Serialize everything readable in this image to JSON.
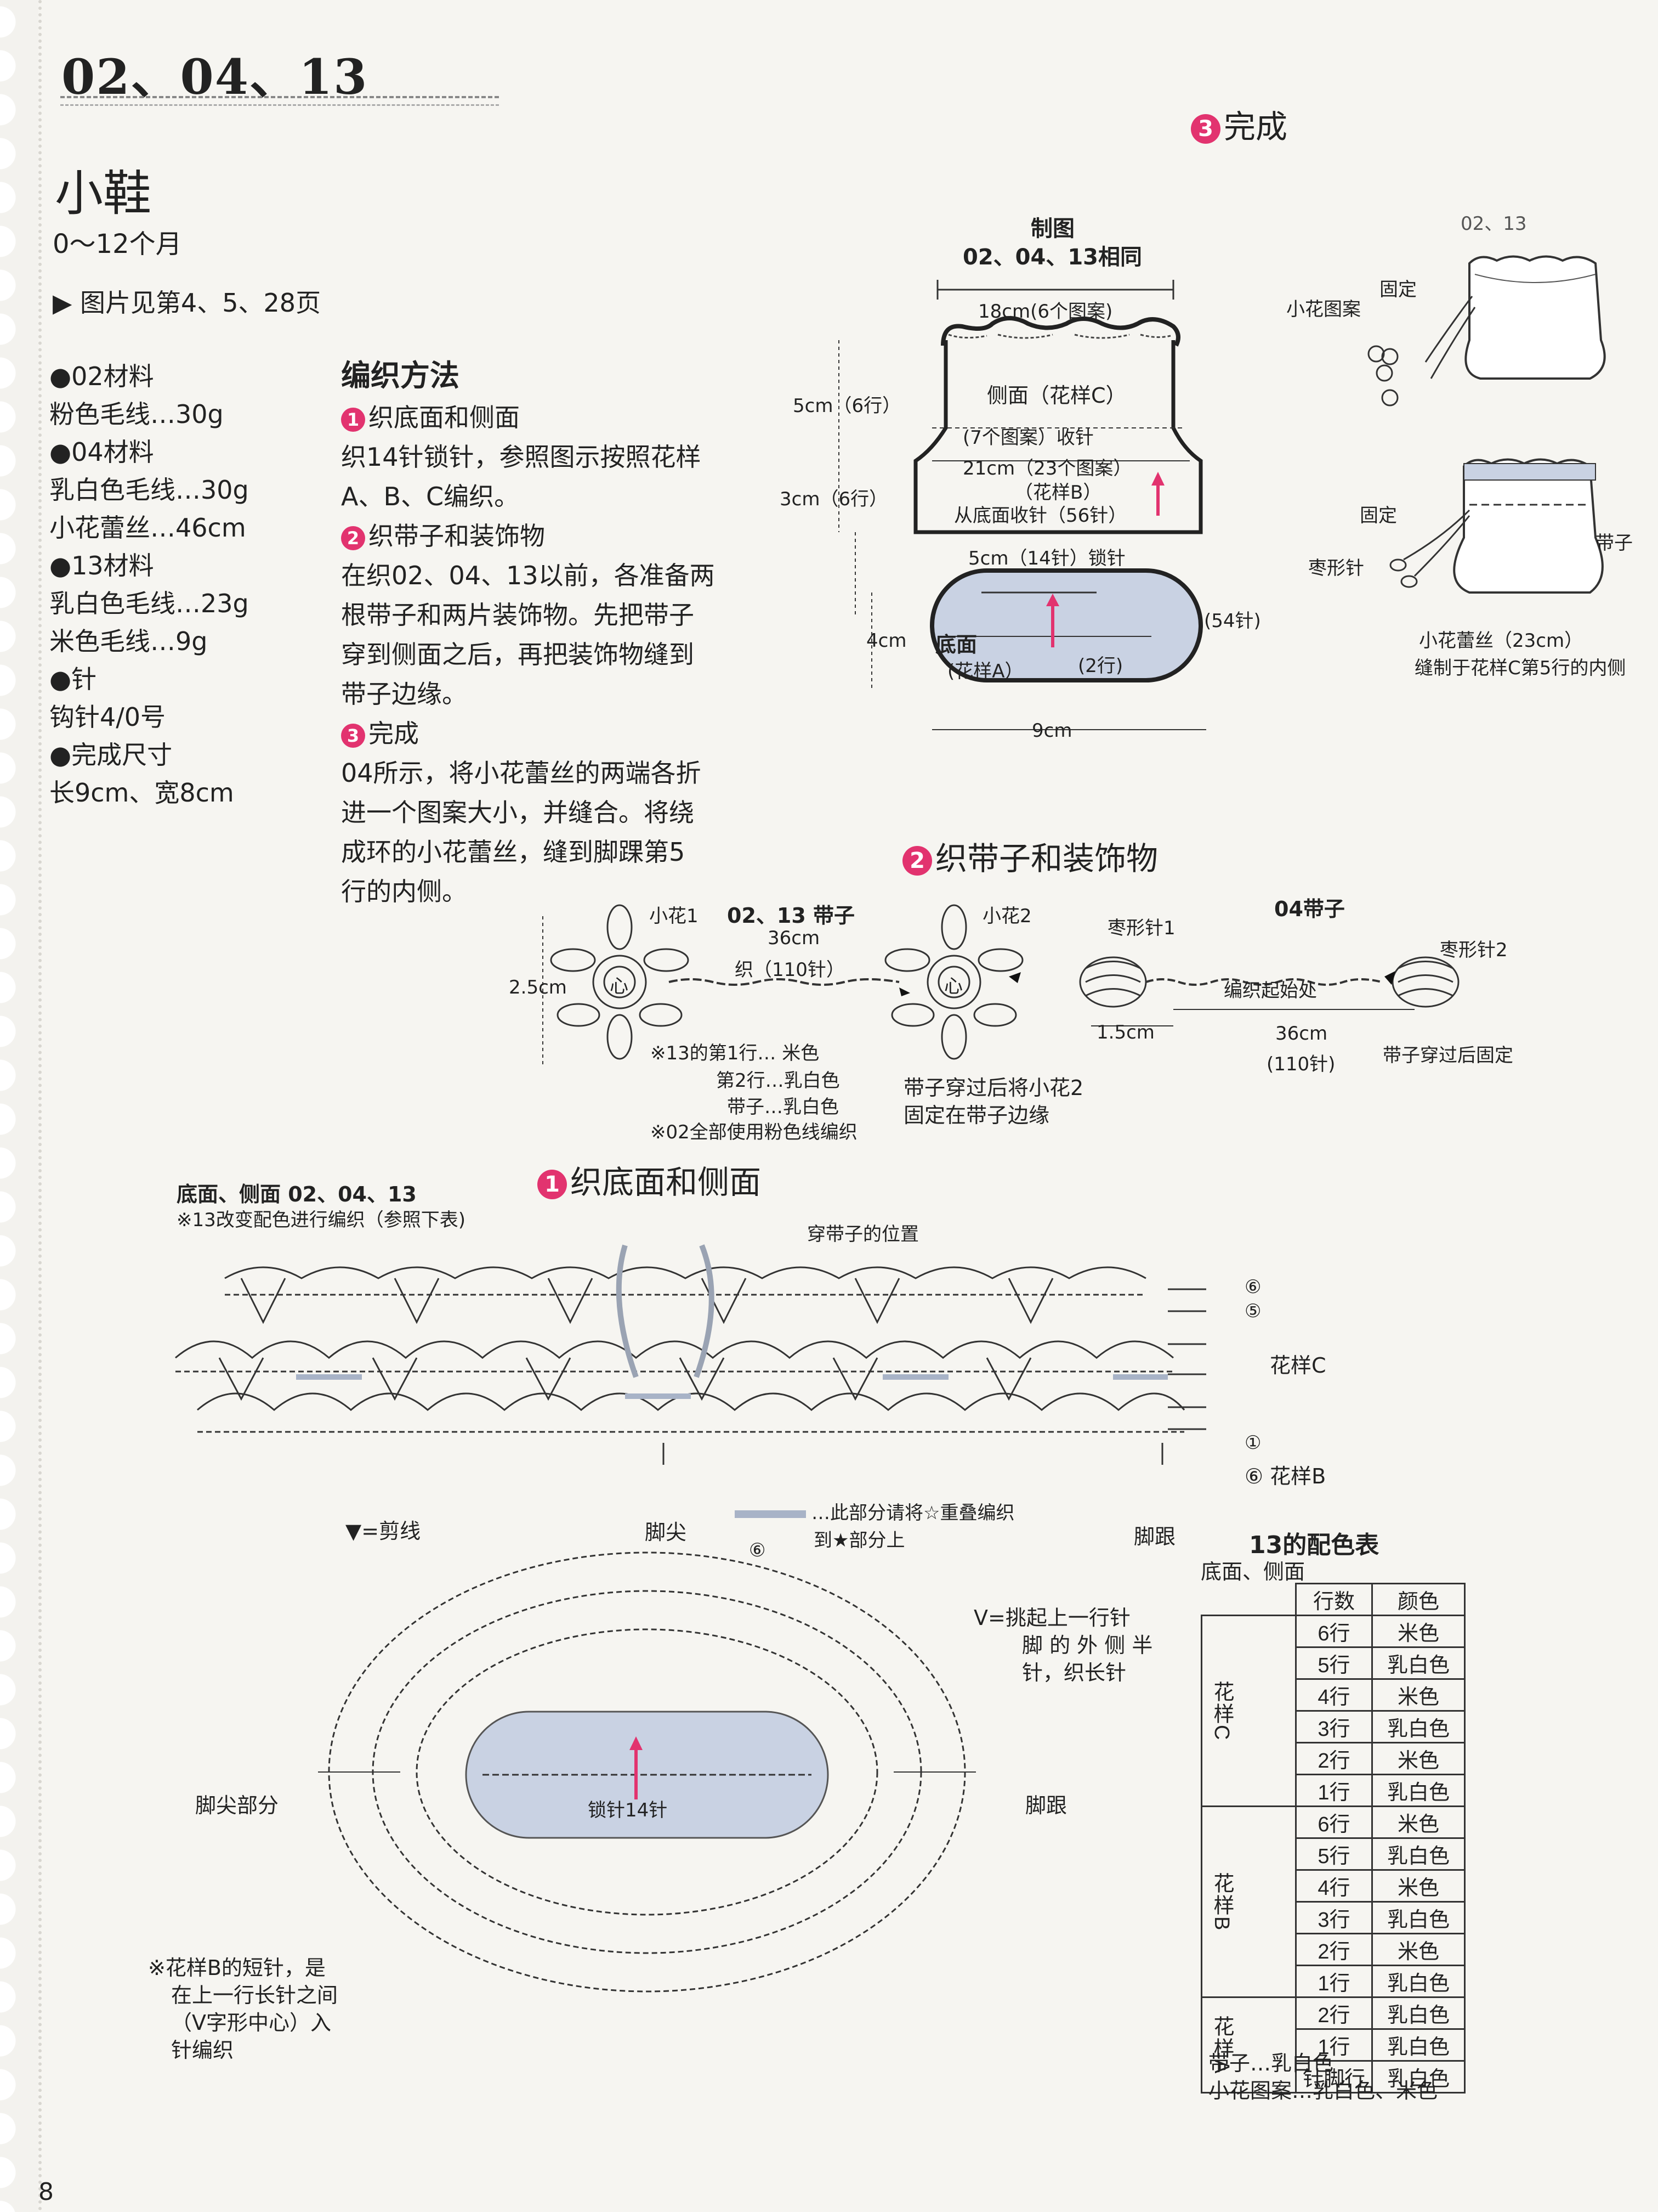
{
  "header": {
    "code": "02、04、13",
    "title": "小鞋",
    "age": "0～12个月",
    "photo_ref": "▶ 图片见第4、5、28页"
  },
  "materials": [
    "●02材料",
    "粉色毛线…30g",
    "●04材料",
    "乳白色毛线…30g",
    "小花蕾丝…46cm",
    "●13材料",
    "乳白色毛线…23g",
    "米色毛线…9g",
    "●针",
    "钩针4/0号",
    "●完成尺寸",
    "长9cm、宽8cm"
  ],
  "method": {
    "title": "编织方法",
    "s1_num": "1",
    "s1_title": "织底面和侧面",
    "s1_lines": [
      "织14针锁针，参照图示按照花样",
      "A、B、C编织。"
    ],
    "s2_num": "2",
    "s2_title": "织带子和装饰物",
    "s2_lines": [
      "在织02、04、13以前，各准备两",
      "根带子和两片装饰物。先把带子",
      "穿到侧面之后，再把装饰物缝到",
      "带子边缘。"
    ],
    "s3_num": "3",
    "s3_title": "完成",
    "s3_lines": [
      "04所示，将小花蕾丝的两端各折",
      "进一个图案大小，并缝合。将绕",
      "成环的小花蕾丝，缝到脚踝第5",
      "行的内侧。"
    ]
  },
  "diagram_plan": {
    "title": "制图",
    "subtitle": "02、04、13相同",
    "top_width": "18cm(6个图案)",
    "side": "侧面（花样C）",
    "dec": "(7个图案）收针",
    "mid_width": "21cm（23个图案）",
    "pattern_b": "（花样B）",
    "from_bottom": "从底面收针（56针）",
    "h_upper": "5cm（6行）",
    "h_lower": "3cm（6行）",
    "chain": "5cm（14针）锁针",
    "bottom": "底面",
    "pattern_a": "(花样A）",
    "rows2": "(2行)",
    "st54": "(54针)",
    "h_bottom": "4cm",
    "w_bottom": "9cm"
  },
  "complete": {
    "num": "3",
    "title": "完成",
    "label_0213": "02、13",
    "flower": "小花图案",
    "fix1": "固定",
    "fix2": "固定",
    "jujube": "枣形针",
    "strap": "带子",
    "lace1": "小花蕾丝（23cm）",
    "lace2": "缝制于花样C第5行的内侧"
  },
  "straps": {
    "num": "2",
    "title": "织带子和装饰物",
    "flower1": "小花1",
    "flower2": "小花2",
    "strap0213": "02、13 带子",
    "len36": "36cm",
    "chain110": "织（110针）",
    "dim25": "2.5cm",
    "center": "心",
    "note1": "※13的第1行… 米色",
    "note2": "第2行…乳白色",
    "note3": "带子…乳白色",
    "note4": "※02全部使用粉色线编织",
    "fix_note1": "带子穿过后将小花2",
    "fix_note2": "固定在带子边缘",
    "strap04": "04带子",
    "jujube1": "枣形针1",
    "jujube2": "枣形针2",
    "start": "编织起始处",
    "len15": "1.5cm",
    "len36b": "36cm",
    "st110": "(110针)",
    "fixed_after": "带子穿过后固定"
  },
  "chart": {
    "num": "1",
    "title": "织底面和侧面",
    "label1": "底面、侧面 02、04、13",
    "label2": "※13改变配色进行编织（参照下表)",
    "strap_pos": "穿带子的位置",
    "r6": "⑥",
    "r5": "⑤",
    "r1": "①",
    "pattern_c": "花样C",
    "pattern_b": "⑥ 花样B",
    "cut": "=剪线",
    "toe": "脚尖",
    "heel": "脚跟",
    "overlap1": "…此部分请将☆重叠编织",
    "overlap2": "到★部分上",
    "v_note1": "=挑起上一行针",
    "v_note2": "脚 的 外 侧 半",
    "v_note3": "针，织长针",
    "toe_part": "脚尖部分",
    "heel2": "脚跟",
    "chain14": "锁针14针",
    "short_note1": "※花样B的短针，是",
    "short_note2": "在上一行长针之间",
    "short_note3": "（V字形中心）入",
    "short_note4": "针编织"
  },
  "color_table": {
    "title": "13的配色表",
    "subtitle": "底面、侧面",
    "head_rows": "行数",
    "head_color": "颜色",
    "group_c": "花样C",
    "group_b": "花样B",
    "group_a": "花样A",
    "rows": [
      {
        "row": "6行",
        "color": "米色"
      },
      {
        "row": "5行",
        "color": "乳白色"
      },
      {
        "row": "4行",
        "color": "米色"
      },
      {
        "row": "3行",
        "color": "乳白色"
      },
      {
        "row": "2行",
        "color": "米色"
      },
      {
        "row": "1行",
        "color": "乳白色"
      },
      {
        "row": "6行",
        "color": "米色"
      },
      {
        "row": "5行",
        "color": "乳白色"
      },
      {
        "row": "4行",
        "color": "米色"
      },
      {
        "row": "3行",
        "color": "乳白色"
      },
      {
        "row": "2行",
        "color": "米色"
      },
      {
        "row": "1行",
        "color": "乳白色"
      },
      {
        "row": "2行",
        "color": "乳白色"
      },
      {
        "row": "1行",
        "color": "乳白色"
      },
      {
        "row": "针脚行",
        "color": "乳白色"
      }
    ],
    "foot1": "带子…乳白色",
    "foot2": "小花图案…乳白色、米色"
  },
  "page_number": "8",
  "colors": {
    "accent": "#e2336f",
    "fill_blue": "#c9d2e3",
    "line": "#333333"
  }
}
